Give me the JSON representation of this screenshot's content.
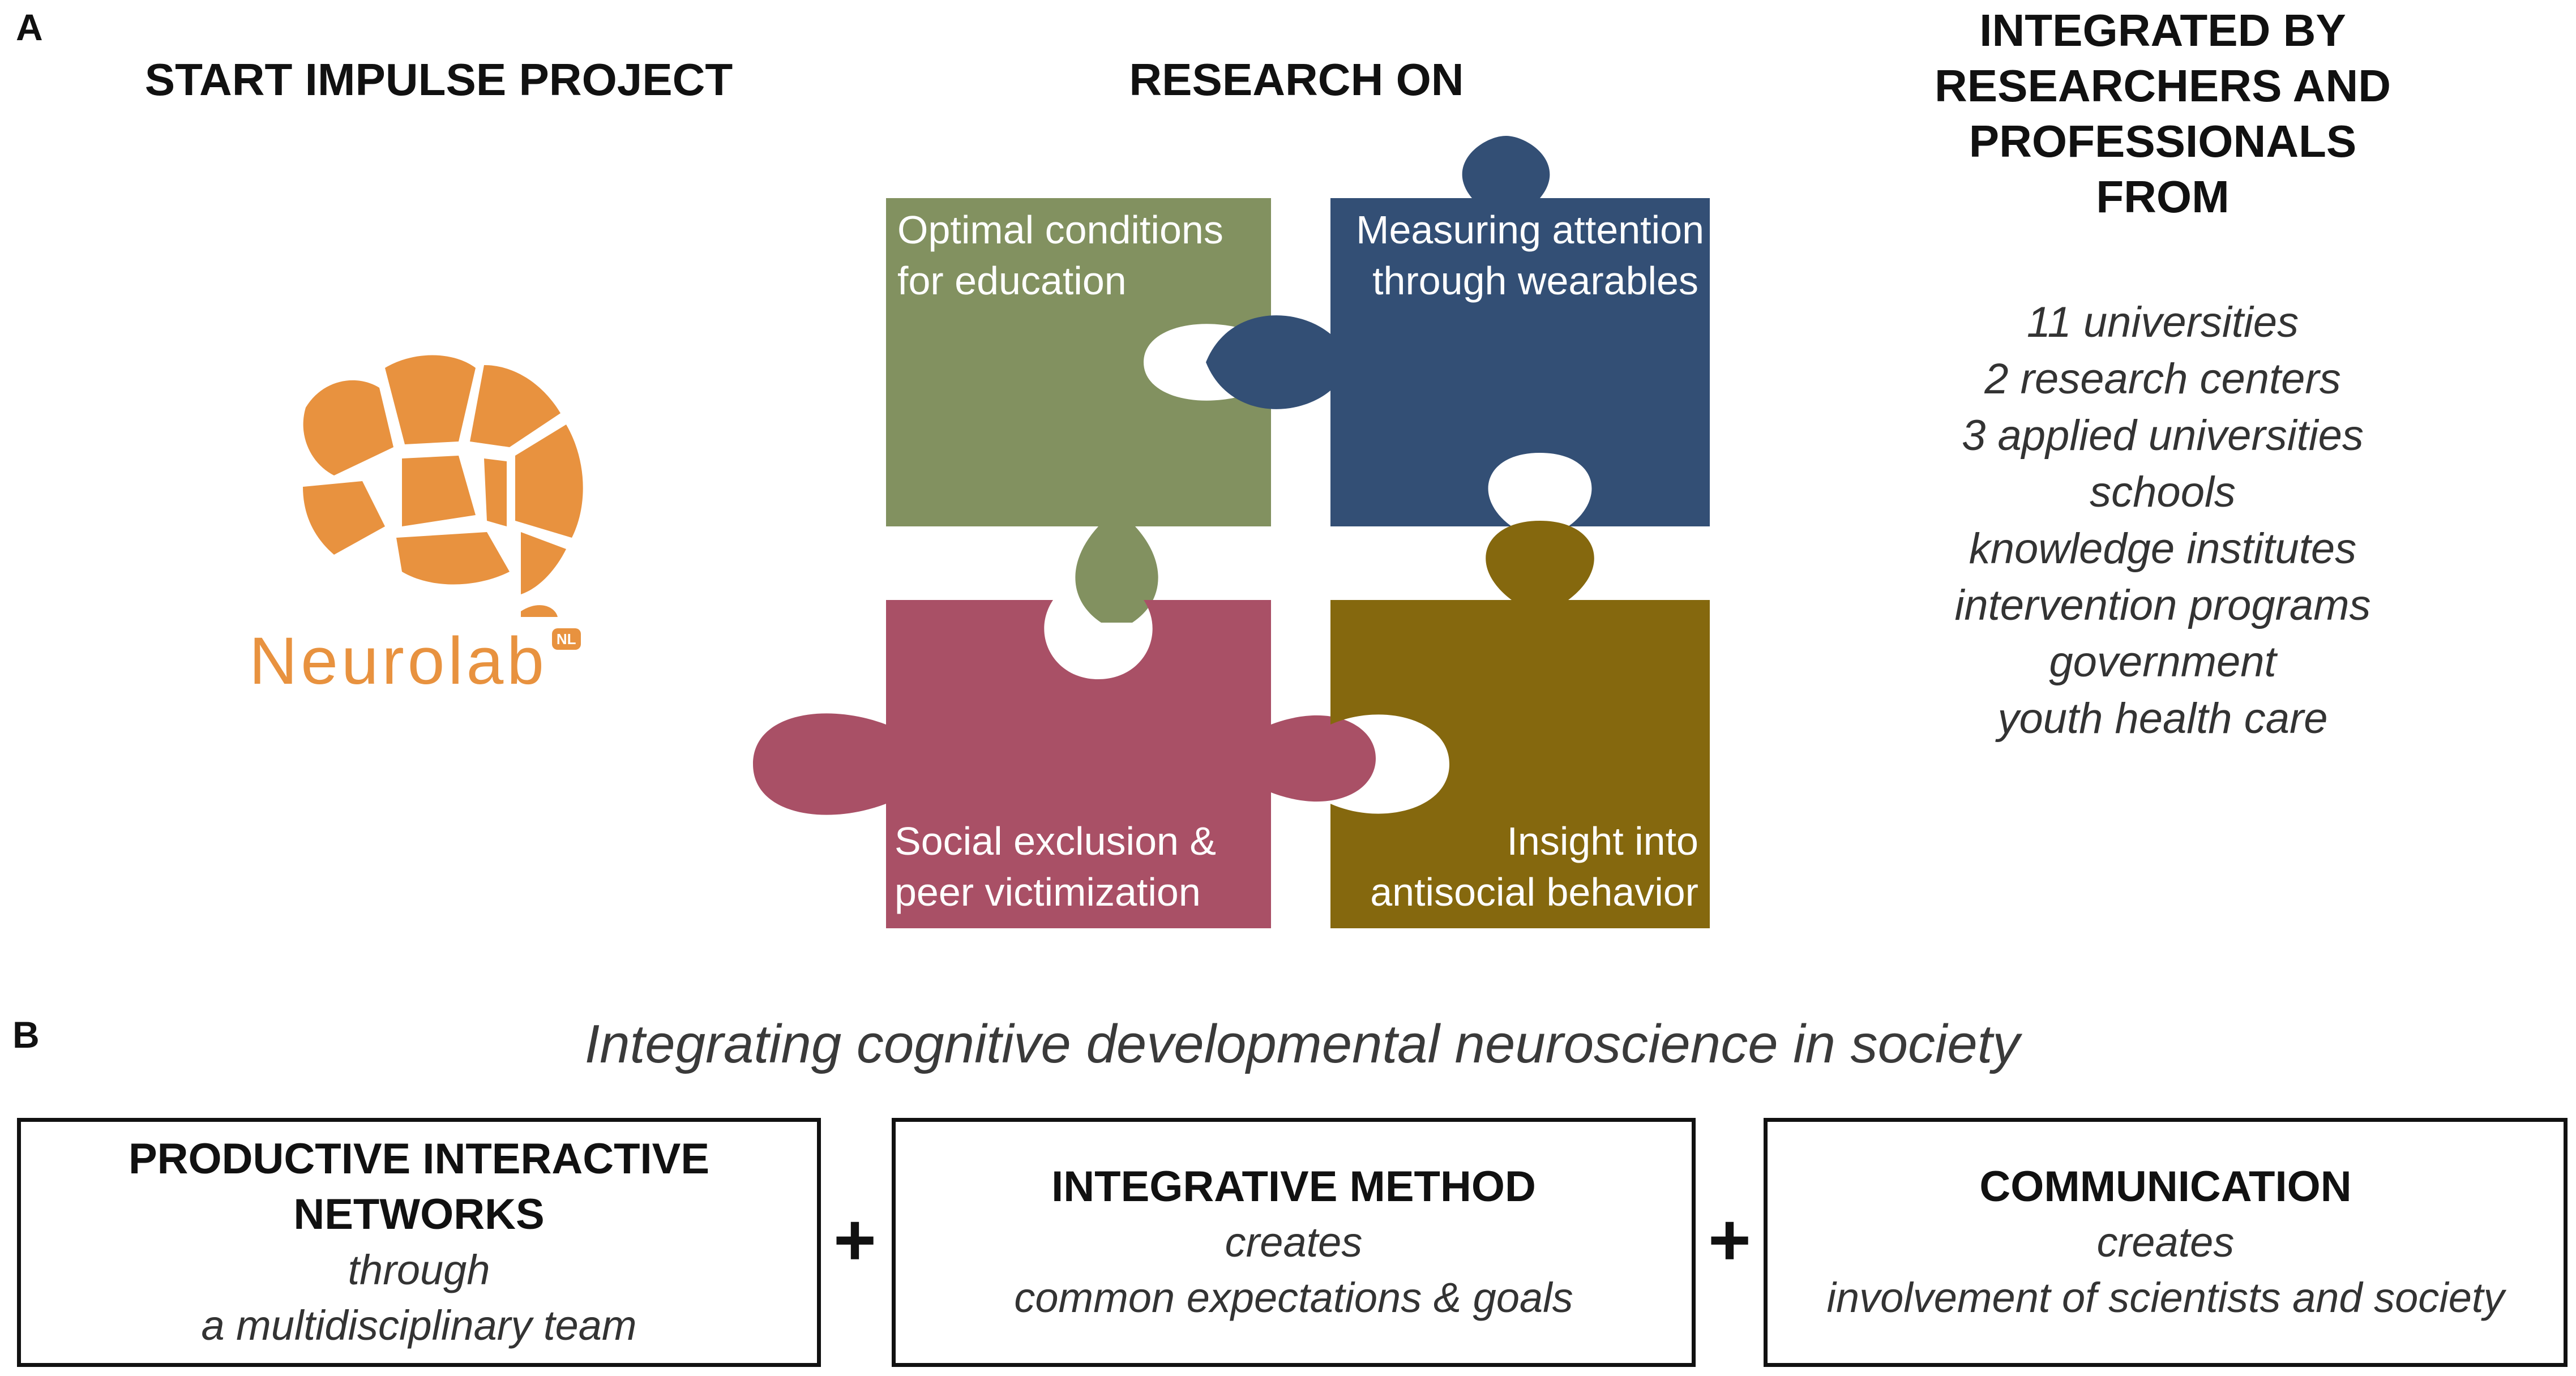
{
  "panel_a": {
    "label": "A",
    "start_heading": "START IMPULSE PROJECT",
    "research_heading": "RESEARCH ON",
    "integrated_heading": [
      "INTEGRATED BY",
      "RESEARCHERS AND",
      "PROFESSIONALS",
      "FROM"
    ],
    "logo": {
      "name": "Neurolab",
      "badge": "NL",
      "icon": "brain-icon",
      "color": "#e8923f"
    },
    "puzzle": [
      {
        "lines": [
          "Optimal conditions",
          "for education"
        ],
        "color": "#829160"
      },
      {
        "lines": [
          "Measuring attention",
          "through wearables"
        ],
        "color": "#334f75"
      },
      {
        "lines": [
          "Social exclusion &",
          "peer victimization"
        ],
        "color": "#a95066"
      },
      {
        "lines": [
          "Insight into",
          "antisocial behavior"
        ],
        "color": "#85680e"
      }
    ],
    "partners": [
      "11 universities",
      "2 research centers",
      "3 applied universities",
      "schools",
      "knowledge institutes",
      "intervention programs",
      "government",
      "youth health care"
    ]
  },
  "panel_b": {
    "label": "B",
    "subtitle": "Integrating cognitive developmental neuroscience in society",
    "plus": "+",
    "boxes": [
      {
        "title_lines": [
          "PRODUCTIVE INTERACTIVE",
          "NETWORKS"
        ],
        "lines": [
          "through",
          "a multidisciplinary team"
        ]
      },
      {
        "title_lines": [
          "INTEGRATIVE METHOD"
        ],
        "lines": [
          "creates",
          "common expectations & goals"
        ]
      },
      {
        "title_lines": [
          "COMMUNICATION"
        ],
        "lines": [
          "creates",
          "involvement of scientists and society"
        ]
      }
    ]
  }
}
